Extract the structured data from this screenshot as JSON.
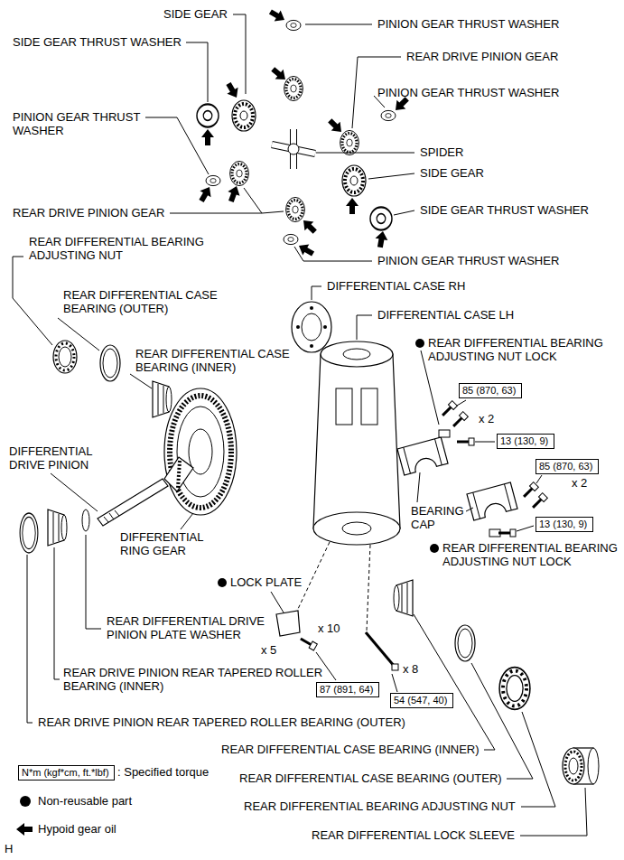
{
  "diagram": {
    "nodes": [
      {
        "text": [
          "85 (870, 63)"
        ]
      },
      {
        "text": [
          "13 (130, 9)"
        ]
      },
      {
        "text": [
          "85 (870, 63)"
        ]
      },
      {
        "text": [
          "13 (130, 9)"
        ]
      },
      {
        "text": [
          "87 (891, 64)"
        ]
      },
      {
        "text": [
          "54 (547, 40)"
        ]
      },
      {
        "text": [
          "N*m (kgf*cm, ft.*lbf)"
        ]
      }
    ],
    "edges": [],
    "labels": [
      "SIDE GEAR",
      "PINION GEAR THRUST WASHER",
      "SIDE GEAR THRUST WASHER",
      "REAR DRIVE PINION GEAR",
      "PINION GEAR THRUST WASHER",
      "PINION GEAR THRUST WASHER",
      "SPIDER",
      "SIDE GEAR",
      "SIDE GEAR THRUST WASHER",
      "REAR DRIVE PINION GEAR",
      "REAR DIFFERENTIAL BEARING ADJUSTING NUT",
      "PINION GEAR THRUST WASHER",
      "DIFFERENTIAL CASE RH",
      "REAR DIFFERENTIAL CASE BEARING (OUTER)",
      "DIFFERENTIAL CASE LH",
      "REAR DIFFERENTIAL CASE BEARING (INNER)",
      "REAR DIFFERENTIAL BEARING ADJUSTING NUT LOCK",
      "x 2",
      "DIFFERENTIAL DRIVE PINION",
      "x 2",
      "BEARING CAP",
      "DIFFERENTIAL RING GEAR",
      "REAR DIFFERENTIAL BEARING ADJUSTING NUT LOCK",
      "LOCK PLATE",
      "REAR DIFFERENTIAL DRIVE PINION PLATE WASHER",
      "x 10",
      "x 5",
      "REAR DRIVE PINION REAR TAPERED ROLLER BEARING (INNER)",
      "x 8",
      "REAR DRIVE PINION REAR TAPERED ROLLER BEARING (OUTER)",
      "REAR DIFFERENTIAL CASE BEARING (INNER)",
      "REAR DIFFERENTIAL CASE BEARING (OUTER)",
      "REAR DIFFERENTIAL BEARING ADJUSTING NUT",
      "REAR DIFFERENTIAL LOCK SLEEVE",
      "H"
    ],
    "legend": [
      {
        "text": ": Specified torque"
      },
      {
        "text": "Non-reusable part"
      },
      {
        "text": "Hypoid gear oil"
      }
    ]
  }
}
